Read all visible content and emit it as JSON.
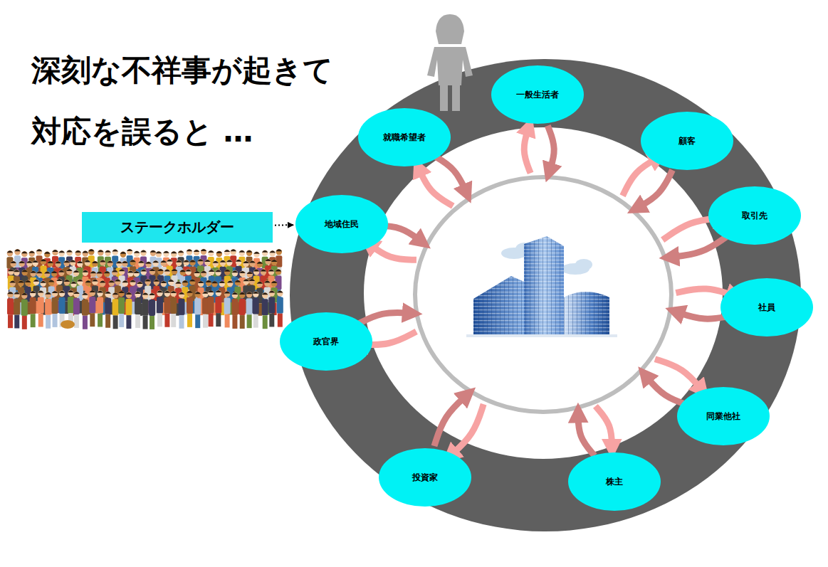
{
  "diagram": {
    "title": "深刻な不祥事が起きて 対応を誤ると …",
    "nodes": [
      {
        "text": [
          "一般生活者"
        ]
      },
      {
        "text": [
          "顧客"
        ]
      },
      {
        "text": [
          "取引先"
        ]
      },
      {
        "text": [
          "社員"
        ]
      },
      {
        "text": [
          "同業他社"
        ]
      },
      {
        "text": [
          "株主"
        ]
      },
      {
        "text": [
          "投資家"
        ]
      },
      {
        "text": [
          "政官界"
        ]
      },
      {
        "text": [
          "地域住民"
        ]
      },
      {
        "text": [
          "就職希望者"
        ]
      },
      {
        "text": [
          "ステークホルダー"
        ]
      }
    ],
    "edges": [
      {
        "from": 10,
        "to": 8,
        "arrow": "to"
      }
    ]
  }
}
